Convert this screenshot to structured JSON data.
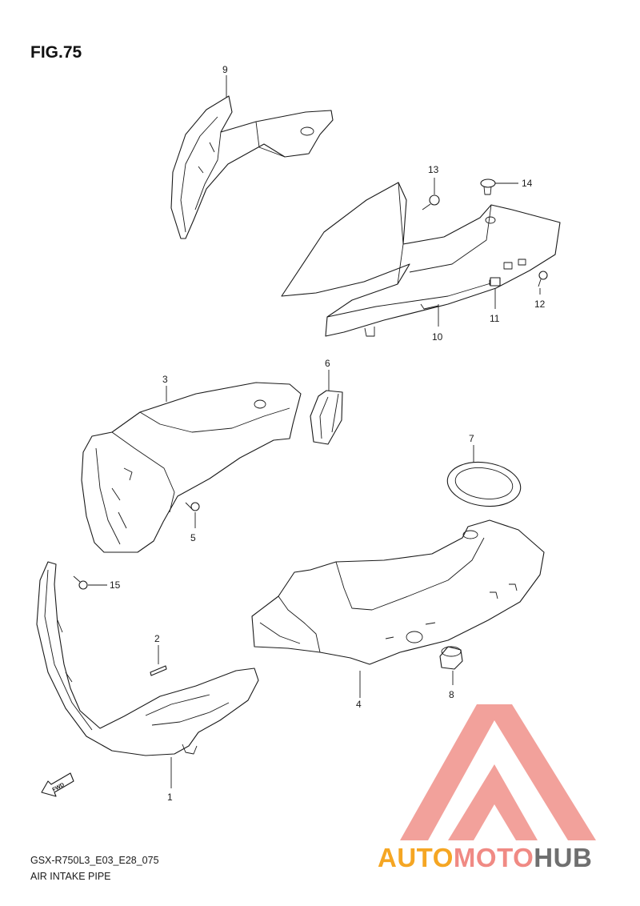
{
  "figure": {
    "title": "FIG.75",
    "model_code": "GSX-R750L3_E03_E28_075",
    "section_name": "AIR INTAKE PIPE",
    "fwd_label": "FWD"
  },
  "callouts": [
    "1",
    "2",
    "3",
    "4",
    "5",
    "6",
    "7",
    "8",
    "9",
    "10",
    "11",
    "12",
    "13",
    "14",
    "15"
  ],
  "watermark": {
    "part1": "AUTO",
    "part2": "MOTO",
    "part3": "HUB",
    "colors": {
      "triangle": "#f0908a",
      "auto": "#f5a623",
      "moto": "#f08a84",
      "hub": "#6f6f6f"
    }
  }
}
